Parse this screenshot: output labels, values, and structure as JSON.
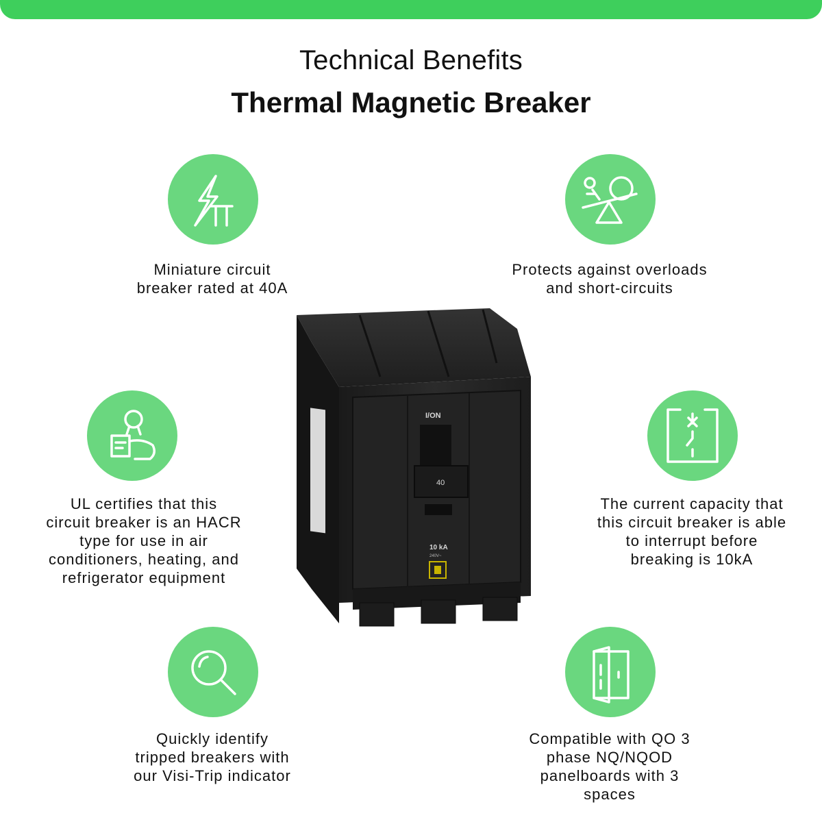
{
  "header": {
    "subtitle": "Technical Benefits",
    "title": "Thermal Magnetic Breaker"
  },
  "colors": {
    "accent_bar": "#3ecf5c",
    "icon_circle": "#6ad77f",
    "icon_stroke": "#ffffff"
  },
  "features": [
    {
      "icon": "lightning-pole-icon",
      "text": "Miniature circuit\nbreaker rated at 40A"
    },
    {
      "icon": "balance-seesaw-icon",
      "text": "Protects against overloads\nand short-circuits"
    },
    {
      "icon": "certificate-hand-icon",
      "text": "UL certifies that this\ncircuit breaker is an HACR\ntype for use in air\nconditioners, heating, and\nrefrigerator equipment"
    },
    {
      "icon": "circuit-switch-icon",
      "text": "The current capacity that\nthis circuit breaker is able\nto interrupt before\nbreaking is 10kA"
    },
    {
      "icon": "magnifier-icon",
      "text": "Quickly identify\ntripped breakers with\nour Visi-Trip indicator"
    },
    {
      "icon": "panel-door-icon",
      "text": "Compatible with QO 3\nphase NQ/NQOD\npanelboards with 3\nspaces"
    }
  ],
  "product": {
    "on_label": "I/ON",
    "amp_rating": "40",
    "interrupt_rating": "10 kA",
    "voltage": "240V~"
  }
}
